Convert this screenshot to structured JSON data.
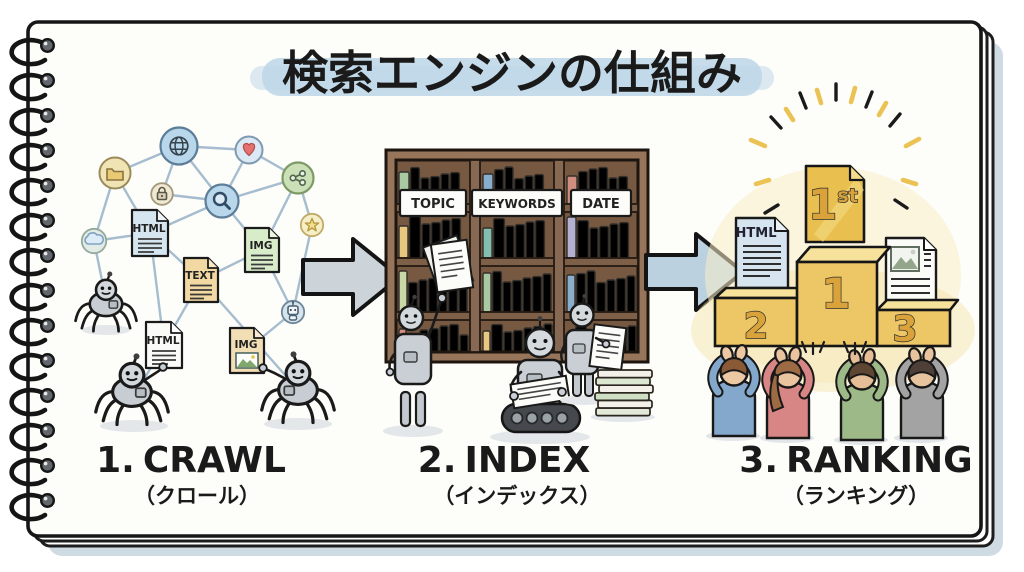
{
  "page": {
    "title": "検索エンジンの仕組み"
  },
  "steps": [
    {
      "number": "1.",
      "name": "CRAWL",
      "reading": "（クロール）"
    },
    {
      "number": "2.",
      "name": "INDEX",
      "reading": "（インデックス）"
    },
    {
      "number": "3.",
      "name": "RANKING",
      "reading": "（ランキング）"
    }
  ],
  "crawl": {
    "docs": {
      "html_network": "HTML",
      "text_network": "TEXT",
      "img_network": "IMG",
      "html_held": "HTML",
      "img_held": "IMG"
    },
    "node_icons": [
      "globe-icon",
      "heart-icon",
      "folder-icon",
      "lock-icon",
      "magnifier-icon",
      "share-icon",
      "star-icon",
      "cloud-icon",
      "robot-icon"
    ]
  },
  "index": {
    "shelf_labels": [
      "TOPIC",
      "KEYWORDS",
      "DATE"
    ]
  },
  "ranking": {
    "first_badge_number": "1",
    "first_badge_suffix": "st",
    "podium": {
      "first": "1",
      "second": "2",
      "third": "3"
    },
    "docs": {
      "html": "HTML"
    }
  },
  "colors": {
    "title_highlight": "#bcd6e8",
    "arrow_gray": "#ccd4da",
    "arrow_blue": "#bbd1e0",
    "bookshelf_wood": "#96755a",
    "podium_gold": "#edc766",
    "gold_document": "#e9c050"
  }
}
